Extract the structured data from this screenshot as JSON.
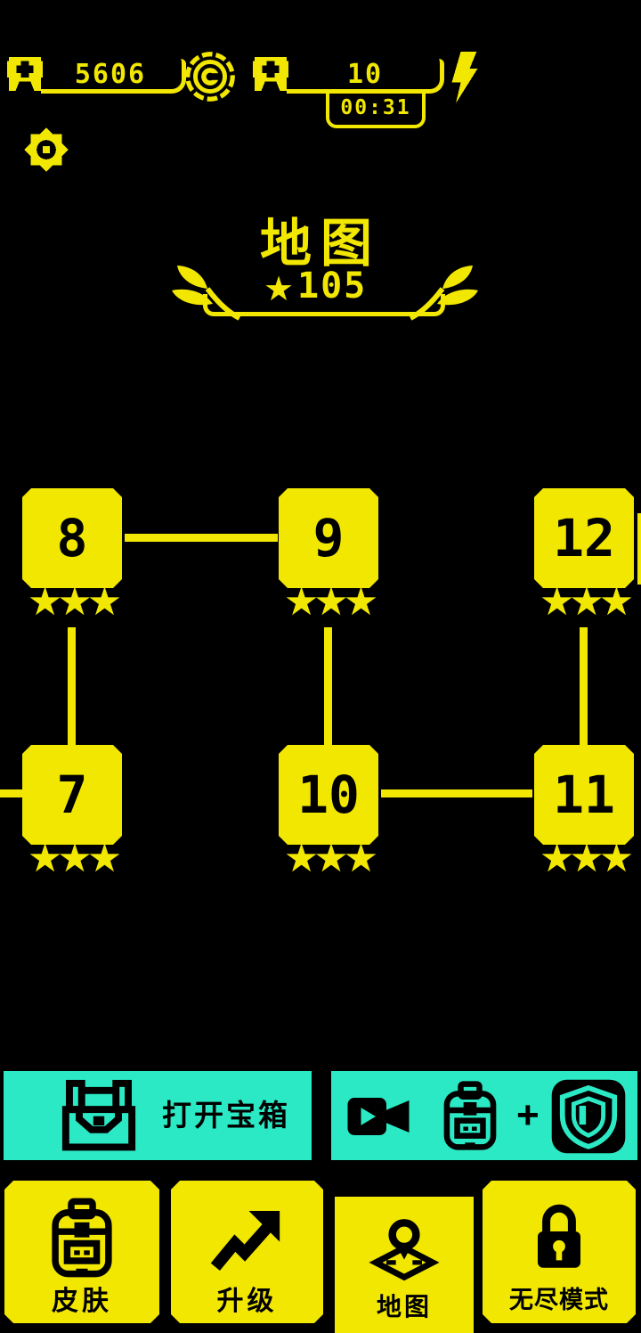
{
  "colors": {
    "yellow": "#F1E701",
    "cyan": "#2BE9C4",
    "black": "#000000"
  },
  "top_bar": {
    "coins": {
      "value": "5606",
      "add_icon": "plus-badge-icon",
      "currency_icon": "coin-icon"
    },
    "energy": {
      "value": "10",
      "add_icon": "plus-badge-icon",
      "bolt_icon": "lightning-icon",
      "timer": "00:31"
    }
  },
  "settings": {
    "icon": "gear-icon"
  },
  "header": {
    "title": "地图",
    "star_icon": "★",
    "star_total": "105"
  },
  "map": {
    "nodes": [
      {
        "label": "8",
        "stars": "★★★"
      },
      {
        "label": "9",
        "stars": "★★★"
      },
      {
        "label": "12",
        "stars": "★★★"
      },
      {
        "label": "7",
        "stars": "★★★"
      },
      {
        "label": "10",
        "stars": "★★★"
      },
      {
        "label": "11",
        "stars": "★★★"
      }
    ]
  },
  "actions": {
    "open_chest": {
      "label": "打开宝箱",
      "icon": "treasure-chest-icon"
    },
    "ad_reward": {
      "plus_sign": "+",
      "icons": [
        "video-camera-icon",
        "backpack-icon",
        "shield-icon"
      ]
    }
  },
  "nav": {
    "items": [
      {
        "label": "皮肤",
        "icon": "backpack-icon"
      },
      {
        "label": "升级",
        "icon": "arrow-up-icon"
      },
      {
        "label": "地图",
        "icon": "map-pin-icon",
        "active": true
      },
      {
        "label": "无尽模式",
        "icon": "padlock-icon"
      }
    ]
  }
}
